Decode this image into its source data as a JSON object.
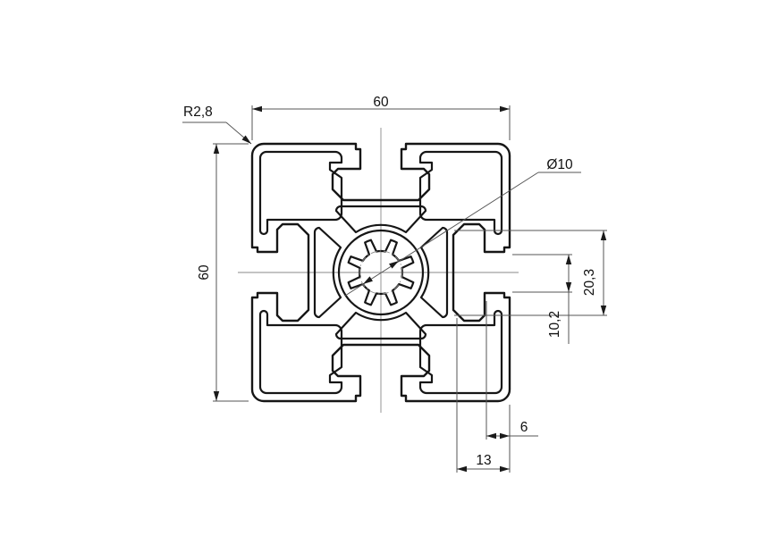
{
  "drawing": {
    "kind": "technical-drawing",
    "subject": "aluminium-extrusion-profile-60x60-cross-section",
    "dimensions": {
      "overall_width": "60",
      "overall_height": "60",
      "corner_radius": "R2,8",
      "center_bore_diameter": "Ø10",
      "slot_cavity_width": "20,3",
      "slot_opening": "10,2",
      "slot_lip_depth": "6",
      "slot_depth": "13"
    },
    "style": {
      "line_color": "#161616",
      "dimension_line_color": "#555555",
      "centerline_color": "#8a8a8a",
      "background": "#ffffff"
    }
  }
}
